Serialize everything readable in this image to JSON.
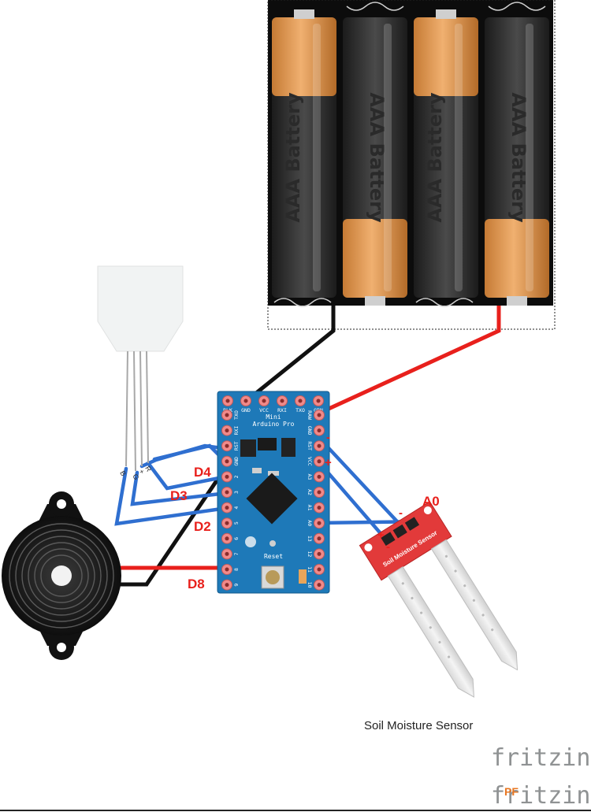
{
  "battery": {
    "cells": [
      {
        "label": "AAA Battery"
      },
      {
        "label": "AAA Battery"
      },
      {
        "label": "AAA Battery"
      },
      {
        "label": "AAA Battery"
      }
    ]
  },
  "arduino": {
    "name_line1": "Mini",
    "name_line2": "Arduino Pro",
    "top_pins": [
      "BLK",
      "GND",
      "VCC",
      "RXI",
      "TXO",
      "GRN"
    ],
    "left_pins": [
      "TXO",
      "RXI",
      "RST",
      "GND",
      "2",
      "3",
      "4",
      "5",
      "6",
      "7",
      "8",
      "9"
    ],
    "right_pins": [
      "RAW",
      "GND",
      "RST",
      "VCC",
      "A3",
      "A2",
      "A1",
      "A0",
      "13",
      "12",
      "11",
      "10"
    ],
    "reset_label": "Reset"
  },
  "rgb_led": {
    "pin_labels": [
      "B",
      "G",
      "+",
      "R"
    ]
  },
  "pin_labels": {
    "d4": "D4",
    "d3": "D3",
    "d2": "D2",
    "d8": "D8",
    "a0": "A0",
    "plus_sensor": "+",
    "minus_sensor": "-",
    "plus_board": "+",
    "minus_board": "-"
  },
  "sensor": {
    "board_text": "Soil Moisture Sensor",
    "caption": "Soil Moisture Sensor"
  },
  "watermark": {
    "text": "fritzing",
    "text2": "fritzing",
    "badge": "PF"
  },
  "colors": {
    "wire_blue": "#2f6fd0",
    "wire_red": "#e8201c",
    "wire_black": "#111111",
    "board_blue": "#1e79b8",
    "sensor_red": "#e23a3a",
    "battery_orange": "#e39a4f"
  }
}
